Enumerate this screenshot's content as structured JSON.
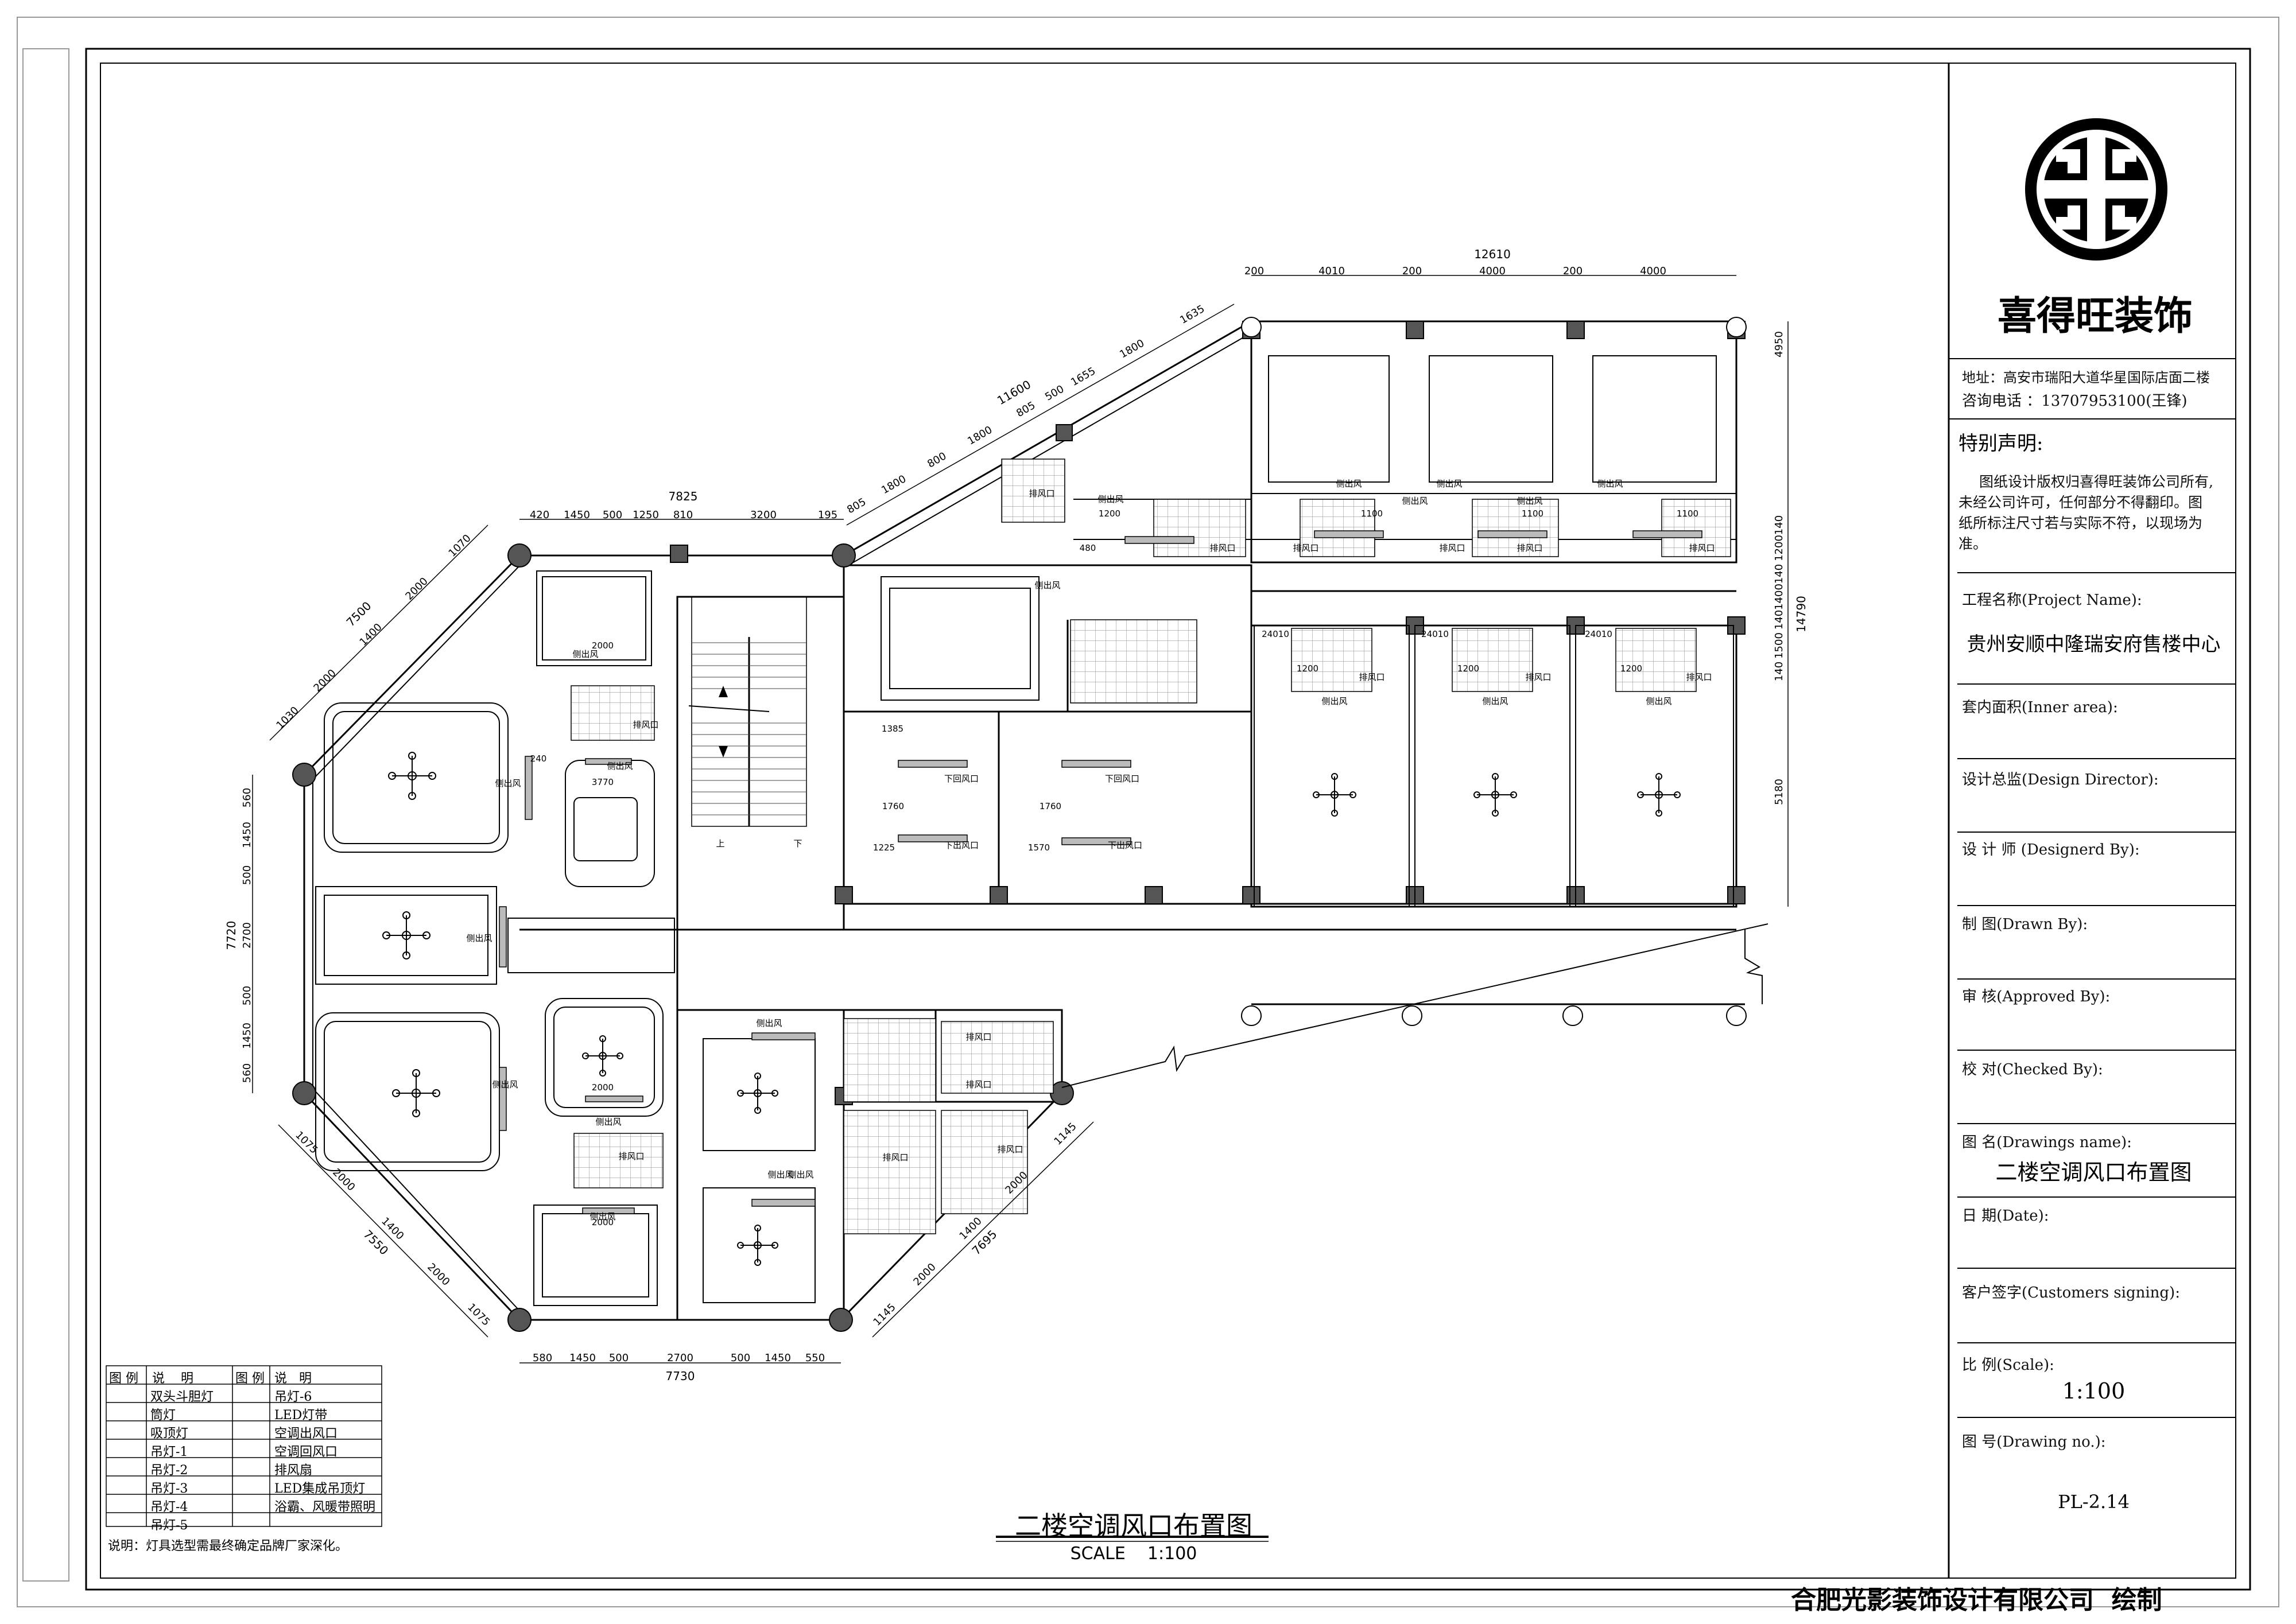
{
  "brand": {
    "company": "喜得旺装饰",
    "address": "地址：高安市瑞阳大道华星国际店面二楼",
    "phone": "咨询电话 ：13707953100(王锋)",
    "notice_title": "特别声明:",
    "notice_lines": [
      "图纸设计版权归喜得旺装饰公司所有,",
      "未经公司许可，任何部分不得翻印。图",
      "纸所标注尺寸若与实际不符，以现场为",
      "准。"
    ]
  },
  "title_block": {
    "project_label": "工程名称(Project Name):",
    "project_value": "贵州安顺中隆瑞安府售楼中心",
    "area_label": "套内面积(Inner area):",
    "director_label": "设计总监(Design Director):",
    "designer_label": "设  计  师  (Designerd By):",
    "drawn_label": "制    图(Drawn By):",
    "approved_label": "审    核(Approved By):",
    "checked_label": "校    对(Checked By):",
    "drawing_name_label": "图    名(Drawings name):",
    "drawing_name_value": "二楼空调风口布置图",
    "date_label": "日    期(Date):",
    "customer_label": "客户签字(Customers signing):",
    "scale_label": "比    例(Scale):",
    "scale_value": "1:100",
    "drawing_no_label": "图    号(Drawing no.):",
    "drawing_no_value": "PL-2.14"
  },
  "drawing": {
    "title": "二楼空调风口布置图",
    "scale": "SCALE    1:100",
    "footer": "合肥光影装饰设计有限公司  绘制"
  },
  "legend": {
    "headers": [
      "图 例",
      "说    明",
      "图 例",
      "说   明"
    ],
    "left": [
      "双头斗胆灯",
      "筒灯",
      "吸顶灯",
      "吊灯-1",
      "吊灯-2",
      "吊灯-3",
      "吊灯-4",
      "吊灯-5"
    ],
    "right": [
      "吊灯-6",
      "LED灯带",
      "空调出风口",
      "空调回风口",
      "排风扇",
      "LED集成吊顶灯",
      "浴霸、风暖带照明"
    ],
    "note": "说明：灯具选型需最终确定品牌厂家深化。"
  },
  "dimensions": {
    "top_total": "12610",
    "top_segments": [
      "200",
      "4010",
      "200",
      "4000",
      "200",
      "4000"
    ],
    "upper_left_total": "7825",
    "upper_left_segments": [
      "420",
      "1450",
      "500",
      "1250",
      "810",
      "3200",
      "195"
    ],
    "diagonal_total": "11600",
    "diagonal_segments": [
      "805",
      "1800",
      "800",
      "1800",
      "805",
      "500",
      "1655",
      "1800",
      "1635"
    ],
    "right_total": "14790",
    "right_segments": [
      "4950",
      "140",
      "1200",
      "140",
      "1400",
      "140",
      "1500",
      "140",
      "5180"
    ],
    "left_total": "7720",
    "left_segments": [
      "560",
      "1450",
      "500",
      "2700",
      "500",
      "1450",
      "560"
    ],
    "bottom_total": "7730",
    "bottom_segments": [
      "580",
      "1450",
      "500",
      "2700",
      "500",
      "1450",
      "550"
    ],
    "nw_total": "7500",
    "nw_segments": [
      "1030",
      "2000",
      "1400",
      "2000",
      "1070"
    ],
    "sw_total": "7550",
    "sw_segments": [
      "1075",
      "2000",
      "1400",
      "2000",
      "1075"
    ],
    "se_total": "7695",
    "se_segments": [
      "1145",
      "2000",
      "1400",
      "2000",
      "1145"
    ]
  },
  "room_labels": {
    "side_outlet": "侧出风",
    "exhaust": "排风口",
    "down_return": "下回风口",
    "down_outlet": "下出风口",
    "up": "上",
    "down": "下",
    "dims": [
      "2000",
      "3770",
      "1200",
      "1100",
      "1385",
      "1760",
      "1225",
      "1570",
      "240",
      "480",
      "24010"
    ]
  },
  "colors": {
    "line": "#000000",
    "hatch": "#9a9a9a",
    "border": "#222222"
  }
}
